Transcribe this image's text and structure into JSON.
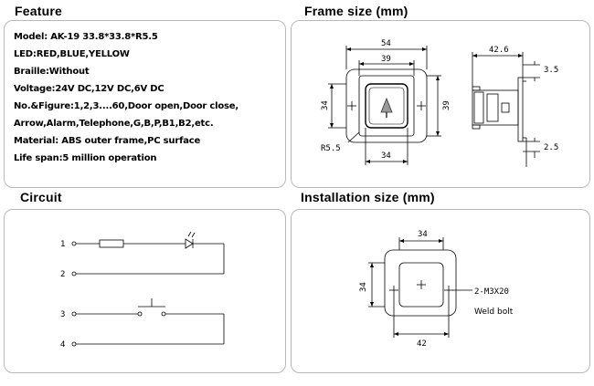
{
  "feature": {
    "heading": "Feature",
    "lines": [
      "Model: AK-19  33.8*33.8*R5.5",
      "LED:RED,BLUE,YELLOW",
      "Braille:Without",
      "Voltage:24V DC,12V DC,6V DC",
      "No.&Figure:1,2,3....60,Door open,Door close,",
      "Arrow,Alarm,Telephone,G,B,P,B1,B2,etc.",
      "Material: ABS outer frame,PC surface",
      "Life span:5 million operation"
    ]
  },
  "frame": {
    "heading": "Frame size (mm)",
    "dims": {
      "outer_width": "54",
      "inner_width": "39",
      "bottom_width": "34",
      "left_height": "34",
      "right_height": "39",
      "radius": "R5.5",
      "depth": "42.6",
      "top_offset": "3.5",
      "bottom_offset": "2.5"
    }
  },
  "circuit": {
    "heading": "Circuit",
    "pins": [
      "1",
      "2",
      "3",
      "4"
    ]
  },
  "installation": {
    "heading": "Installation size (mm)",
    "dims": {
      "top": "34",
      "left": "34",
      "bottom": "42"
    },
    "screw_label": "2-M3X20",
    "weld_label": "Weld bolt"
  }
}
